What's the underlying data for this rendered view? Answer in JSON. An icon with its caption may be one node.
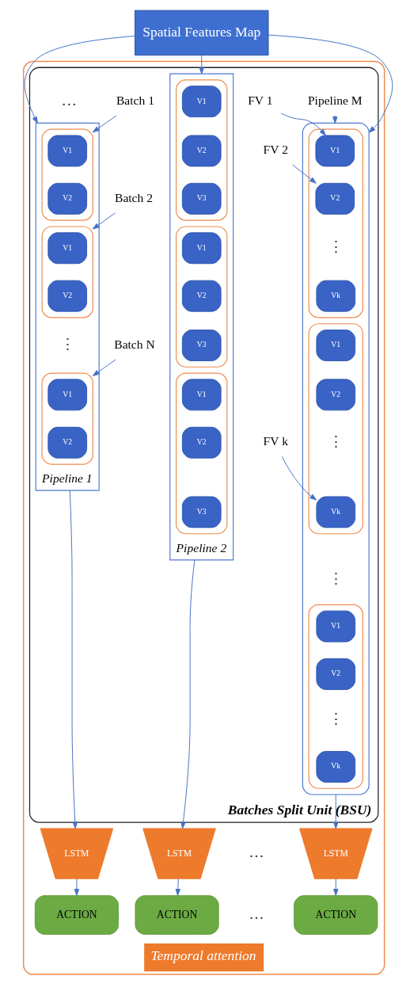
{
  "diagram": {
    "nodes": [
      {
        "text": [
          "Temporal attention"
        ]
      },
      {
        "text": [
          "Spatial Features Map"
        ]
      },
      {
        "text": [
          "Batches Split Unit (BSU)"
        ],
        "in": 0
      },
      {
        "text": [
          "Pipeline 1"
        ],
        "in": 2
      },
      {
        "text": [],
        "shape": "box",
        "in": 3
      },
      {
        "text": [
          "V1"
        ],
        "in": 4
      },
      {
        "text": [
          "V2"
        ],
        "in": 4
      },
      {
        "text": [],
        "shape": "box",
        "in": 3
      },
      {
        "text": [
          "V1"
        ],
        "in": 7
      },
      {
        "text": [
          "V2"
        ],
        "in": 7
      },
      {
        "text": [],
        "shape": "box",
        "in": 3
      },
      {
        "text": [
          "V1"
        ],
        "in": 10
      },
      {
        "text": [
          "V2"
        ],
        "in": 10
      },
      {
        "text": [
          "Pipeline 2"
        ],
        "in": 2
      },
      {
        "text": [],
        "shape": "box",
        "in": 13
      },
      {
        "text": [
          "V1"
        ],
        "in": 14
      },
      {
        "text": [
          "V2"
        ],
        "in": 14
      },
      {
        "text": [
          "V3"
        ],
        "in": 14
      },
      {
        "text": [],
        "shape": "box",
        "in": 13
      },
      {
        "text": [
          "V1"
        ],
        "in": 18
      },
      {
        "text": [
          "V2"
        ],
        "in": 18
      },
      {
        "text": [
          "V3"
        ],
        "in": 18
      },
      {
        "text": [],
        "shape": "box",
        "in": 13
      },
      {
        "text": [
          "V1"
        ],
        "in": 22
      },
      {
        "text": [
          "V2"
        ],
        "in": 22
      },
      {
        "text": [
          "V3"
        ],
        "in": 22
      },
      {
        "text": [],
        "shape": "box",
        "in": 2
      },
      {
        "text": [],
        "shape": "box",
        "in": 26
      },
      {
        "text": [
          "V1"
        ],
        "in": 27
      },
      {
        "text": [
          "V2"
        ],
        "in": 27
      },
      {
        "text": [
          "Vk"
        ],
        "in": 27
      },
      {
        "text": [],
        "shape": "box",
        "in": 26
      },
      {
        "text": [
          "V1"
        ],
        "in": 31
      },
      {
        "text": [
          "V2"
        ],
        "in": 31
      },
      {
        "text": [
          "Vk"
        ],
        "in": 31
      },
      {
        "text": [],
        "shape": "box",
        "in": 26
      },
      {
        "text": [
          "V1"
        ],
        "in": 35
      },
      {
        "text": [
          "V2"
        ],
        "in": 35
      },
      {
        "text": [
          "Vk"
        ],
        "in": 35
      },
      {
        "text": [
          "Batch 1"
        ],
        "in": 2
      },
      {
        "text": [
          "Batch 2"
        ],
        "in": 2
      },
      {
        "text": [
          "Batch N"
        ],
        "in": 2
      },
      {
        "text": [
          "FV 1"
        ],
        "in": 2
      },
      {
        "text": [
          "FV 2"
        ],
        "in": 2
      },
      {
        "text": [
          "FV k"
        ],
        "in": 2
      },
      {
        "text": [
          "Pipeline M"
        ],
        "in": 2
      },
      {
        "text": [
          "LSTM"
        ],
        "in": 0
      },
      {
        "text": [
          "LSTM"
        ],
        "in": 0
      },
      {
        "text": [
          "LSTM"
        ],
        "in": 0
      },
      {
        "text": [
          "ACTION"
        ],
        "in": 0
      },
      {
        "text": [
          "ACTION"
        ],
        "in": 0
      },
      {
        "text": [
          "ACTION"
        ],
        "in": 0
      }
    ],
    "edges": [
      {
        "from": 1,
        "to": 3,
        "arrow": "to"
      },
      {
        "from": 1,
        "to": 13,
        "arrow": "to"
      },
      {
        "from": 1,
        "to": 26,
        "arrow": "to"
      },
      {
        "from": 39,
        "to": 4,
        "arrow": "to"
      },
      {
        "from": 40,
        "to": 7,
        "arrow": "to"
      },
      {
        "from": 41,
        "to": 10,
        "arrow": "to"
      },
      {
        "from": 42,
        "to": 28,
        "arrow": "to"
      },
      {
        "from": 43,
        "to": 29,
        "arrow": "to"
      },
      {
        "from": 44,
        "to": 34,
        "arrow": "to"
      },
      {
        "from": 45,
        "to": 26,
        "arrow": "to"
      },
      {
        "from": 3,
        "to": 46,
        "arrow": "to"
      },
      {
        "from": 13,
        "to": 47,
        "arrow": "to"
      },
      {
        "from": 26,
        "to": 48,
        "arrow": "to"
      },
      {
        "from": 46,
        "to": 49,
        "arrow": "to"
      },
      {
        "from": 47,
        "to": 50,
        "arrow": "to"
      },
      {
        "from": 48,
        "to": 51,
        "arrow": "to"
      }
    ],
    "labels": [
      "⋮",
      "⋮",
      "⋮",
      "…",
      "⋮",
      "⋮",
      "…",
      "…"
    ]
  }
}
